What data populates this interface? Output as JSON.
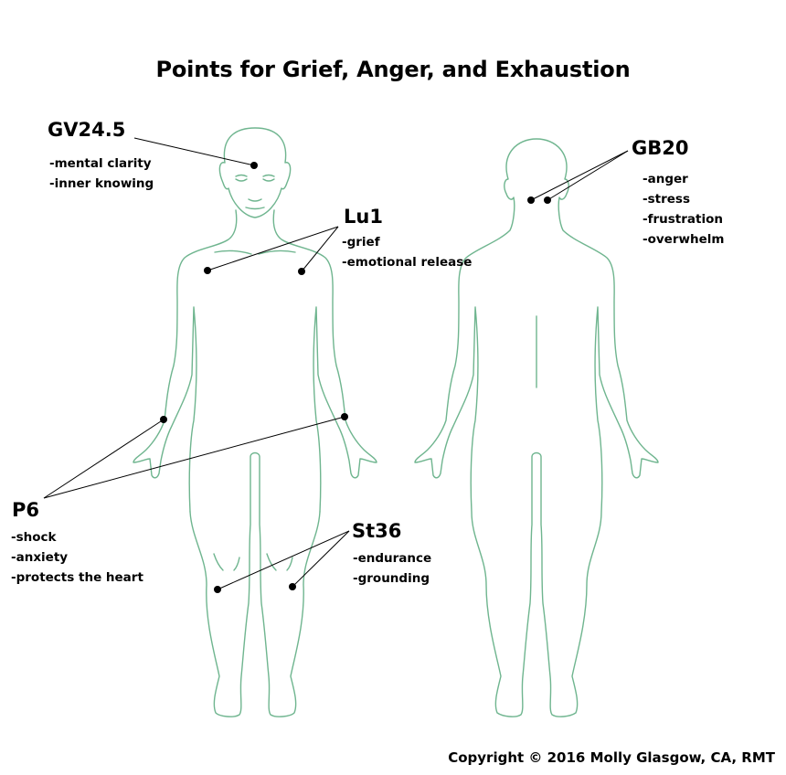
{
  "title": "Points for Grief, Anger, and Exhaustion",
  "colors": {
    "body_outline": "#6fb58f",
    "text": "#000000",
    "leader_lines": "#000000",
    "point_markers": "#000000",
    "background": "#ffffff"
  },
  "figures": {
    "front": "front-body-outline",
    "back": "back-body-outline"
  },
  "points": {
    "gv24_5": {
      "label": "GV24.5",
      "benefits": [
        "-mental clarity",
        "-inner knowing"
      ]
    },
    "lu1": {
      "label": "Lu1",
      "benefits": [
        "-grief",
        "-emotional release"
      ]
    },
    "gb20": {
      "label": "GB20",
      "benefits": [
        "-anger",
        "-stress",
        "-frustration",
        "-overwhelm"
      ]
    },
    "p6": {
      "label": "P6",
      "benefits": [
        "-shock",
        "-anxiety",
        "-protects the heart"
      ]
    },
    "st36": {
      "label": "St36",
      "benefits": [
        "-endurance",
        "-grounding"
      ]
    }
  },
  "copyright": "Copyright © 2016 Molly Glasgow, CA, RMT"
}
